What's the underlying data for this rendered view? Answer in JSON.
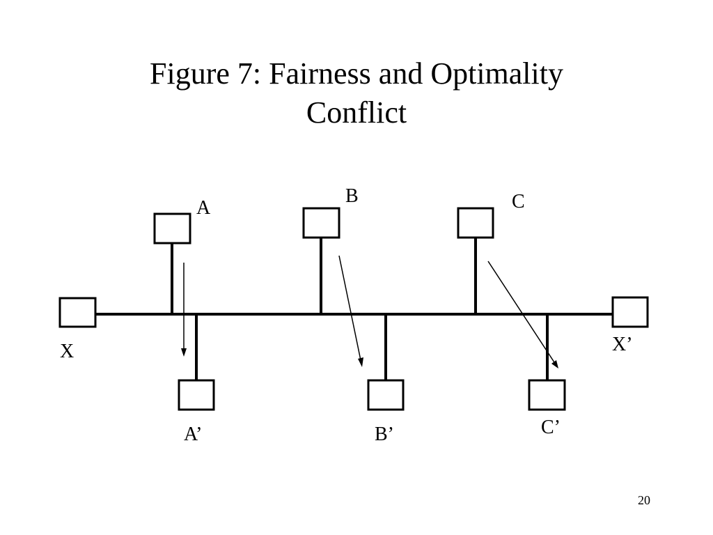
{
  "slide": {
    "title_line1": "Figure 7: Fairness and Optimality",
    "title_line2": "Conflict",
    "page_number": "20"
  },
  "diagram": {
    "nodes": {
      "X": "X",
      "X_prime": "X’",
      "A": "A",
      "B": "B",
      "C": "C",
      "A_prime": "A’",
      "B_prime": "B’",
      "C_prime": "C’"
    },
    "colors": {
      "line": "#000000",
      "box_fill": "#ffffff"
    }
  }
}
